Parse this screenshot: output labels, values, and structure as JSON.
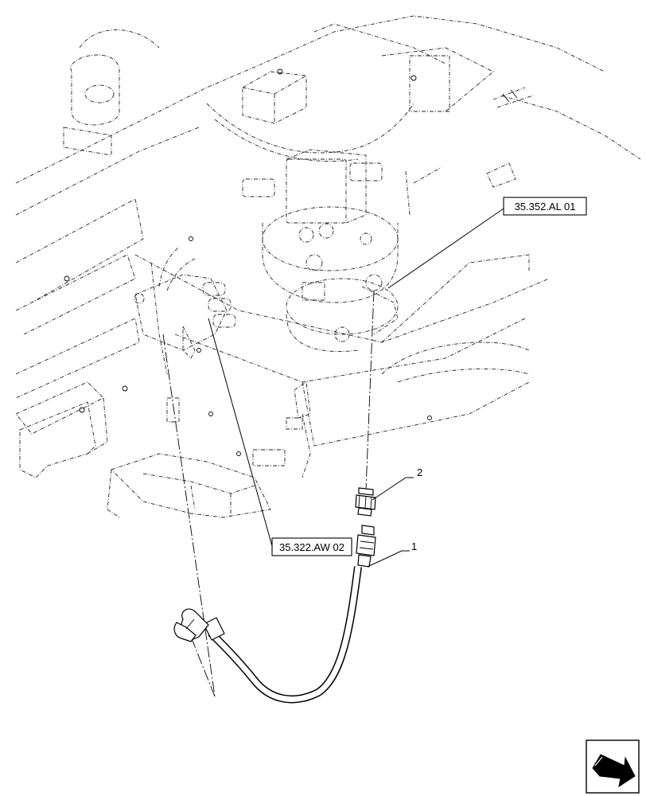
{
  "callouts": [
    {
      "id": "1",
      "label": "1"
    },
    {
      "id": "2",
      "label": "2"
    }
  ],
  "references": [
    {
      "id": "ref-swing-motor",
      "label": "35.352.AL 01"
    },
    {
      "id": "ref-valve-block",
      "label": "35.322.AW 02"
    }
  ],
  "icons": {
    "nav": "next-page-arrow-icon"
  }
}
